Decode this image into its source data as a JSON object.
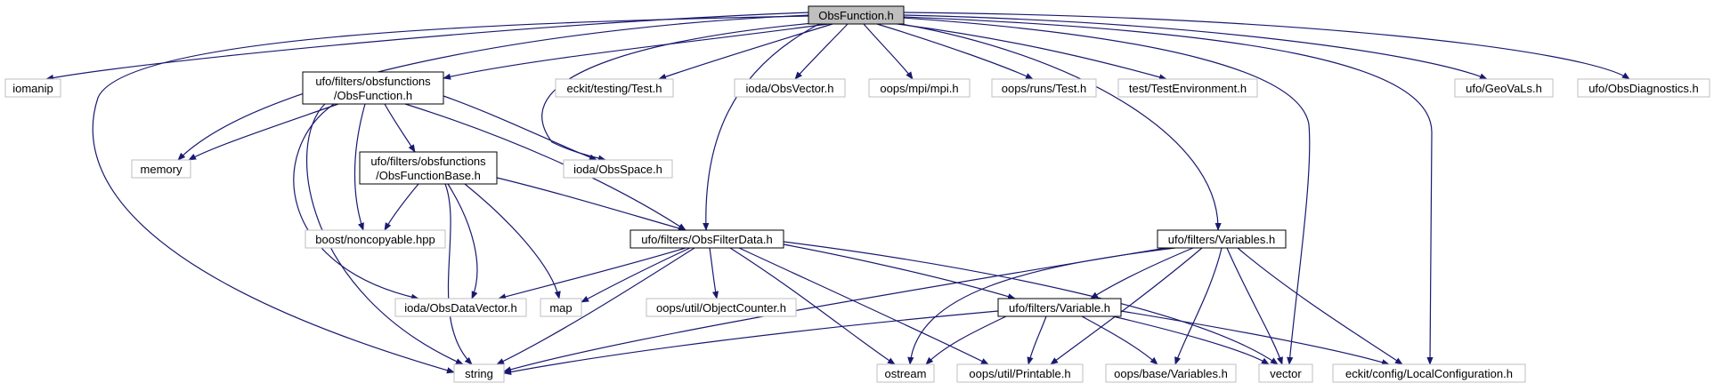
{
  "colors": {
    "edge": "#191970",
    "root_fill": "#bfbfbf",
    "doc_border": "#000000",
    "ext_border": "#bfbfbf"
  },
  "nodes": {
    "root": "ObsFunction.h",
    "iomanip": "iomanip",
    "obsfunction": [
      "ufo/filters/obsfunctions",
      "/ObsFunction.h"
    ],
    "memory": "memory",
    "eckit_test": "eckit/testing/Test.h",
    "obsspace": "ioda/ObsSpace.h",
    "obsvector": "ioda/ObsVector.h",
    "mpi": "oops/mpi/mpi.h",
    "runs_test": "oops/runs/Test.h",
    "testenv": "test/TestEnvironment.h",
    "geovals": "ufo/GeoVaLs.h",
    "obsdiag": "ufo/ObsDiagnostics.h",
    "obsfunctionbase": [
      "ufo/filters/obsfunctions",
      "/ObsFunctionBase.h"
    ],
    "boost": "boost/noncopyable.hpp",
    "obsfilterdata": "ufo/filters/ObsFilterData.h",
    "variables": "ufo/filters/Variables.h",
    "obsdatavector": "ioda/ObsDataVector.h",
    "map": "map",
    "objcounter": "oops/util/ObjectCounter.h",
    "variable": "ufo/filters/Variable.h",
    "string": "string",
    "ostream": "ostream",
    "printable": "oops/util/Printable.h",
    "base_variables": "oops/base/Variables.h",
    "vector": "vector",
    "localconfig": "eckit/config/LocalConfiguration.h"
  }
}
